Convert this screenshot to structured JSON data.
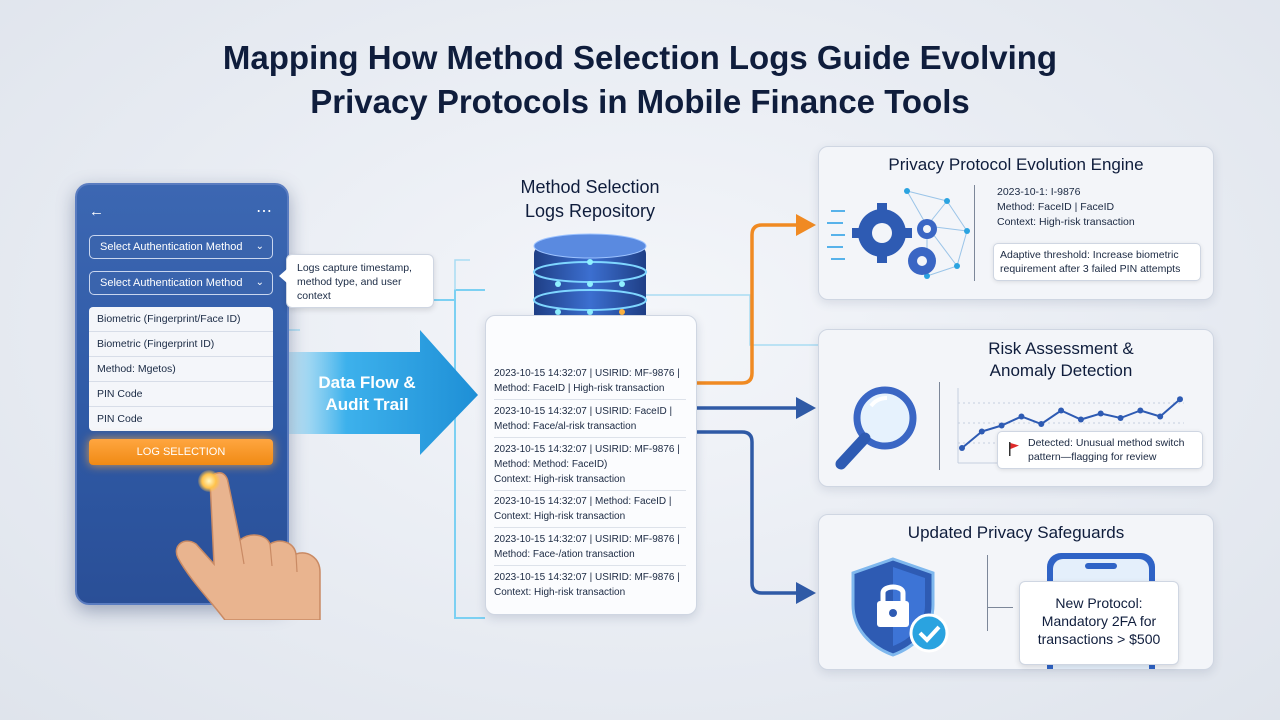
{
  "title": {
    "line1": "Mapping How Method Selection Logs Guide Evolving",
    "line2": "Privacy Protocols in Mobile Finance Tools"
  },
  "phone": {
    "back_icon": "arrow-left-icon",
    "more_icon": "ellipsis-icon",
    "select1": "Select Authentication Method",
    "select2": "Select Authentication Method",
    "options": [
      "Biometric (Fingerprint/Face ID)",
      "Biometric (Fingerprint ID)",
      "Method: Mgetos)",
      "PIN Code",
      "PIN Code"
    ],
    "log_button": "LOG SELECTION"
  },
  "callout": "Logs capture timestamp, method type, and user context",
  "flow_label": {
    "line1": "Data Flow &",
    "line2": "Audit Trail"
  },
  "repository": {
    "title_line1": "Method Selection",
    "title_line2": "Logs Repository",
    "entries": [
      {
        "l1": "2023-10-15 14:32:07 | USIRID: MF-9876 |",
        "l2": "Method: FaceID | High-risk transaction"
      },
      {
        "l1": "2023-10-15 14:32:07 | USIRID: FaceID |",
        "l2": "Method: Face/al-risk transaction"
      },
      {
        "l1": "2023-10-15 14:32:07 | USIRID: MF-9876 |",
        "l2": "Method: Method: FaceID)",
        "l3": "Context: High-risk transaction"
      },
      {
        "l1": "2023-10-15 14:32:07 | Method: FaceID |",
        "l2": "Context: High-risk transaction"
      },
      {
        "l1": "2023-10-15 14:32:07 | USIRID: MF-9876 |",
        "l2": "Method: Face-/ation transaction"
      },
      {
        "l1": "2023-10-15 14:32:07 | USIRID: MF-9876 |",
        "l2": "Context: High-risk transaction"
      }
    ]
  },
  "engine": {
    "title": "Privacy Protocol Evolution Engine",
    "log_l1": "2023-10-1: I-9876",
    "log_l2": "Method: FaceID | FaceID",
    "log_l3": "Context: High-risk transaction",
    "note_l1": "Adaptive threshold: Increase biometric",
    "note_l2": "requirement after 3 failed PIN attempts",
    "icon": "gears-network-icon"
  },
  "risk": {
    "title_line1": "Risk Assessment &",
    "title_line2": "Anomaly Detection",
    "icon": "magnifier-icon",
    "alert_l1": "Detected: Unusual method switch",
    "alert_l2": "pattern—flagging for review",
    "trend": [
      0.2,
      0.42,
      0.5,
      0.62,
      0.52,
      0.7,
      0.58,
      0.66,
      0.6,
      0.7,
      0.62,
      0.85
    ]
  },
  "safeguards": {
    "title": "Updated Privacy Safeguards",
    "icon": "shield-lock-icon",
    "protocol_l1": "New Protocol:",
    "protocol_l2": "Mandatory 2FA for",
    "protocol_l3": "transactions > $500"
  },
  "colors": {
    "accent_orange": "#f08a22",
    "accent_blue": "#2f5aa6",
    "flow_cyan": "#29a8e6"
  }
}
